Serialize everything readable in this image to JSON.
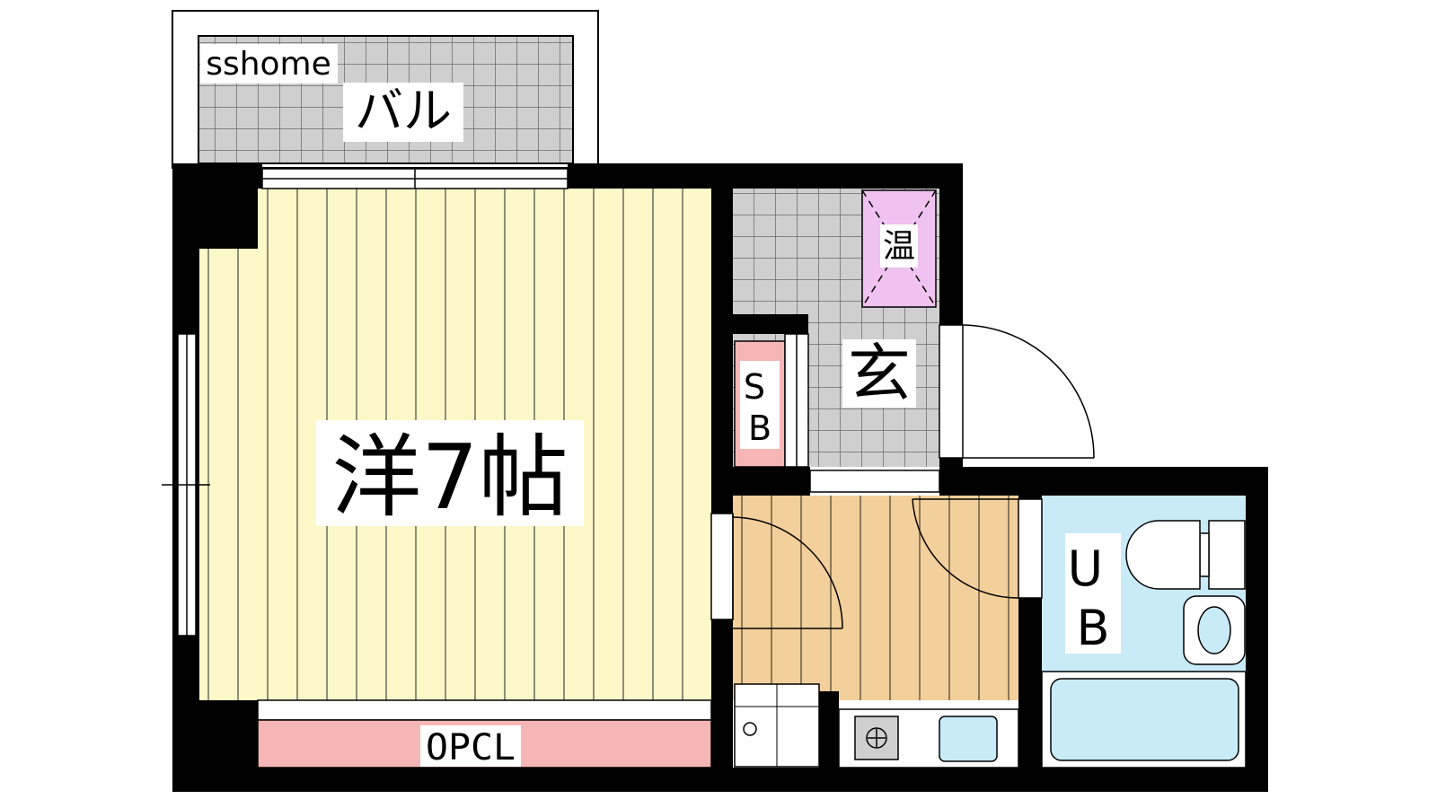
{
  "watermark": "sshome",
  "rooms": {
    "balcony": "バル",
    "western_room": "洋7帖",
    "entrance": "玄",
    "water_heater": "温",
    "shoe_box": "SB",
    "unit_bath": "UB",
    "closet": "OPCL"
  },
  "colors": {
    "wall": "#000000",
    "floor_western": "#fdf8c8",
    "floor_kitchen": "#f3cf9b",
    "tile": "#cfcfcf",
    "water_heater": "#efc2ef",
    "closet": "#f7b6b6",
    "shoe_box": "#f7b6b6",
    "bath": "#c9ebf8"
  },
  "icons": [
    "stove-burner-icon",
    "sink-icon",
    "toilet-icon",
    "washbasin-icon",
    "bathtub-icon",
    "washing-machine-pan-icon"
  ]
}
